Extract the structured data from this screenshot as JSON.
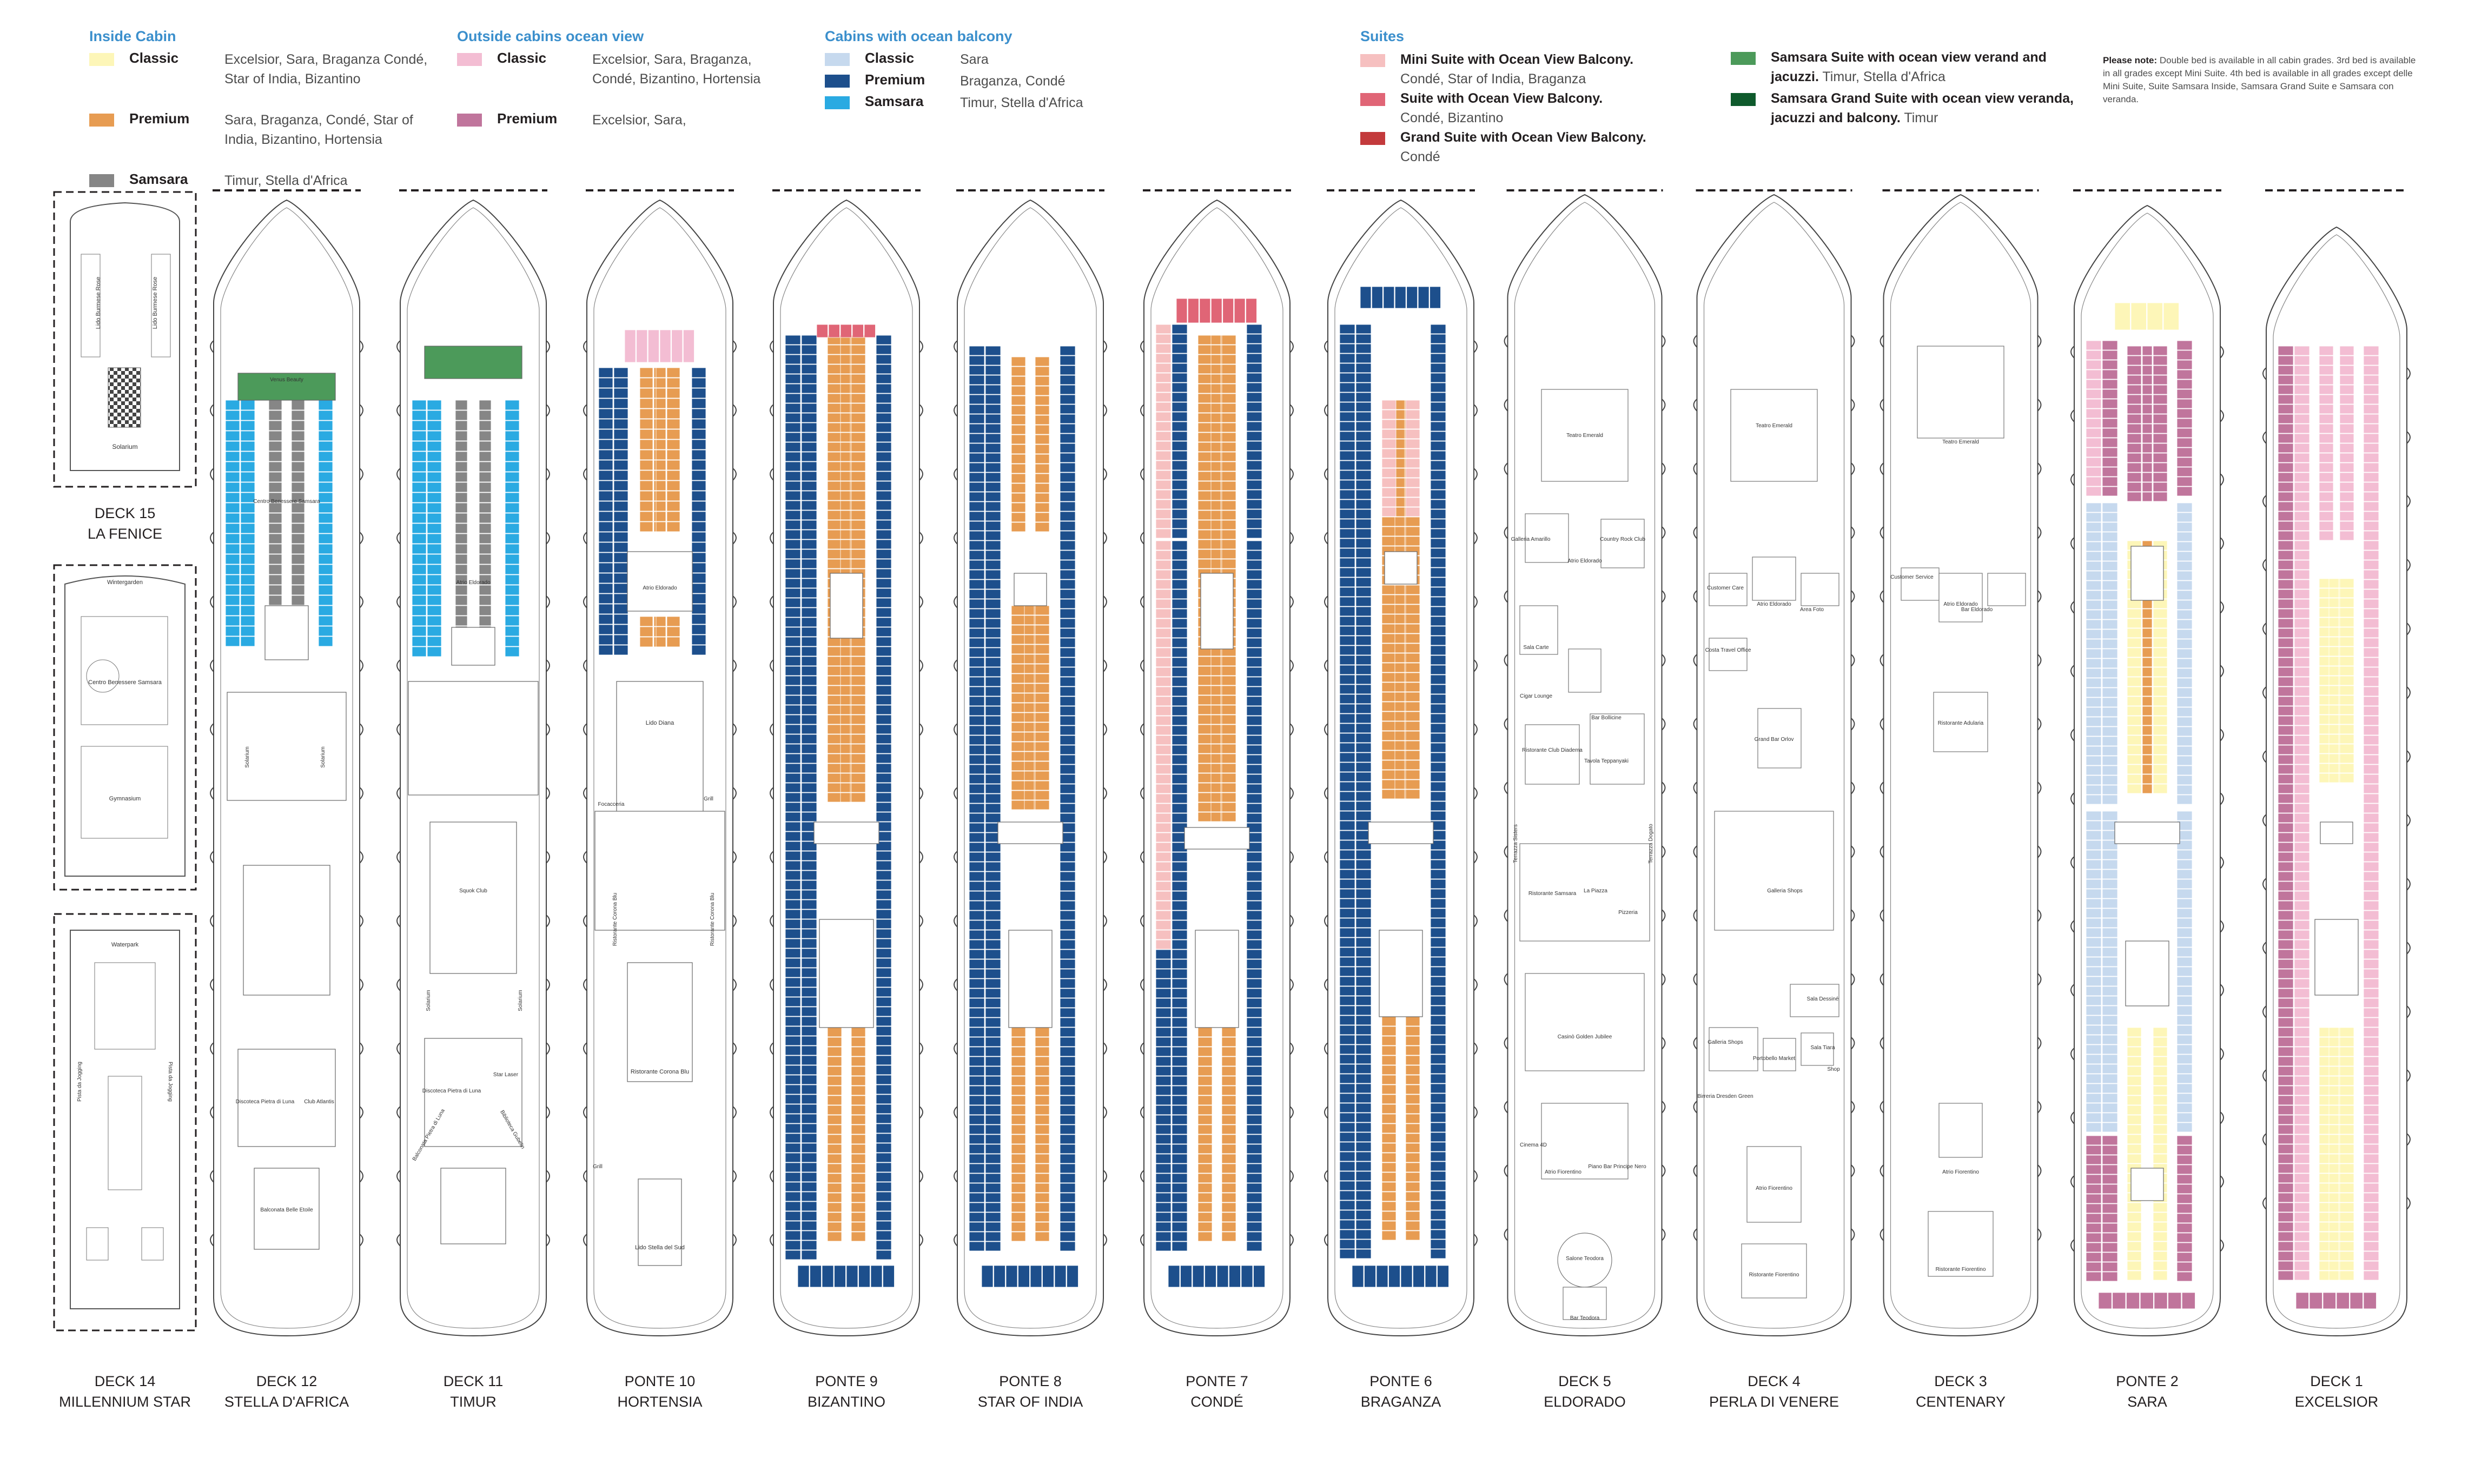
{
  "legend": {
    "inside": {
      "title": "Inside Cabin",
      "rows": [
        {
          "label": "Classic",
          "names": "Excelsior, Sara, Braganza Condé, Star of India, Bizantino",
          "color": "#fdf6b8"
        },
        {
          "label": "Premium",
          "names": "Sara, Braganza, Condé, Star of India, Bizantino, Hortensia",
          "color": "#e79c52"
        },
        {
          "label": "Samsara",
          "names": "Timur, Stella d'Africa",
          "color": "#868686"
        }
      ]
    },
    "outside": {
      "title": "Outside cabins ocean view",
      "rows": [
        {
          "label": "Classic",
          "names": "Excelsior, Sara, Braganza, Condé, Bizantino, Hortensia",
          "color": "#f3bdd3"
        },
        {
          "label": "Premium",
          "names": "Excelsior, Sara,",
          "color": "#c0759c"
        }
      ]
    },
    "balcony": {
      "title": "Cabins with ocean balcony",
      "rows": [
        {
          "label": "Classic",
          "names": "Sara",
          "color": "#c6d9ee"
        },
        {
          "label": "Premium",
          "names": "Braganza, Condé",
          "color": "#1d4f8c"
        },
        {
          "label": "Samsara",
          "names": "Timur, Stella d'Africa",
          "color": "#2aaae2"
        }
      ]
    },
    "suites": {
      "title": "Suites",
      "rows": [
        {
          "label": "Mini Suite with Ocean View Balcony.",
          "names": "Condé, Star of India, Braganza",
          "color": "#f6c0c0"
        },
        {
          "label": "Suite with Ocean View Balcony.",
          "names": "Condé, Bizantino",
          "color": "#e06576"
        },
        {
          "label": "Grand Suite with Ocean View Balcony.",
          "names": "Condé",
          "color": "#c33a3c"
        }
      ]
    },
    "samsara_suites": {
      "rows": [
        {
          "label": "Samsara Suite with ocean view verand and jacuzzi.",
          "names": "Timur, Stella d'Africa",
          "color": "#4c9a5a"
        },
        {
          "label": "Samsara Grand Suite with ocean view veranda, jacuzzi and balcony.",
          "names": "Timur",
          "color": "#0e5a2c"
        }
      ]
    },
    "note": {
      "title": "Please note:",
      "text": "Double bed is available in all cabin grades. 3rd bed is available in all grades except Mini Suite. 4th bed is available in all grades except delle Mini Suite, Suite Samsara Inside, Samsara Grand Suite e Samsara con veranda."
    }
  },
  "decks": [
    {
      "code": "DECK 15",
      "name": "LA FENICE"
    },
    {
      "code": "DECK 14",
      "name": "MILLENNIUM STAR"
    },
    {
      "code": "DECK 12",
      "name": "STELLA D'AFRICA"
    },
    {
      "code": "DECK 11",
      "name": "TIMUR"
    },
    {
      "code": "PONTE 10",
      "name": "HORTENSIA"
    },
    {
      "code": "PONTE 9",
      "name": "BIZANTINO"
    },
    {
      "code": "PONTE 8",
      "name": "STAR OF INDIA"
    },
    {
      "code": "PONTE 7",
      "name": "CONDÉ"
    },
    {
      "code": "PONTE 6",
      "name": "BRAGANZA"
    },
    {
      "code": "DECK 5",
      "name": "ELDORADO"
    },
    {
      "code": "DECK 4",
      "name": "PERLA DI VENERE"
    },
    {
      "code": "DECK 3",
      "name": "CENTENARY"
    },
    {
      "code": "PONTE 2",
      "name": "SARA"
    },
    {
      "code": "DECK 1",
      "name": "EXCELSIOR"
    }
  ],
  "venues": {
    "d15": [
      "Lido Burmese Rose",
      "Lido Burmese Rose",
      "Solarium"
    ],
    "d15b": [
      "Wintergarden",
      "Centro Benessere Samsara",
      "Gymnasium"
    ],
    "d14": [
      "Waterpark",
      "Pista da Jogging",
      "Pista da Jogging"
    ],
    "d12": [
      "Venus Beauty",
      "Centro Benessere Samsara",
      "Solarium",
      "Solarium",
      "Discoteca Pietra di Luna",
      "Club Atlantis",
      "Balconata Belle Etoile"
    ],
    "d11": [
      "Atrio Eldorado",
      "Squok Club",
      "Solarium",
      "Solarium",
      "Discoteca Pietra di Luna",
      "Star Laser",
      "Balconata Pietra di Luna",
      "Biblioteca Gubelin"
    ],
    "d10": [
      "Atrio Eldorado",
      "Lido Diana",
      "Focacceria",
      "Grill",
      "Ristorante Corona Blu",
      "Ristorante Corona Blu",
      "Ristorante Corona Blu",
      "Lido Stella del Sud",
      "Grill"
    ],
    "d5": [
      "Teatro Emerald",
      "Galleria Amarillo",
      "Atrio Eldorado",
      "Country Rock Club",
      "Sala Carte",
      "Cigar Lounge",
      "Bar Bollicine",
      "Ristorante Club Diadema",
      "Tavola Teppanyaki",
      "Terrazza Sisters",
      "Terrazza Dogato",
      "Ristorante Samsara",
      "La Piazza",
      "Pizzeria",
      "Casinò Golden Jubilee",
      "Cinema 4D",
      "Atrio Fiorentino",
      "Piano Bar Principe Nero",
      "Salone Teodora",
      "Bar Teodora"
    ],
    "d4": [
      "Teatro Emerald",
      "Customer Care",
      "Atrio Eldorado",
      "Area Foto",
      "Costa Travel Office",
      "Grand Bar Orlov",
      "Galleria Shops",
      "Sala Dessiné",
      "Galleria Shops",
      "Portobello Market",
      "Sala Tiara",
      "Shop",
      "Atrio Fiorentino",
      "Ristorante Fiorentino",
      "Birreria Dresden Green"
    ],
    "d3": [
      "Teatro Emerald",
      "Customer Service",
      "Atrio Eldorado",
      "Bar Eldorado",
      "Ristorante Adularia",
      "Atrio Fiorentino",
      "Ristorante Fiorentino"
    ]
  }
}
